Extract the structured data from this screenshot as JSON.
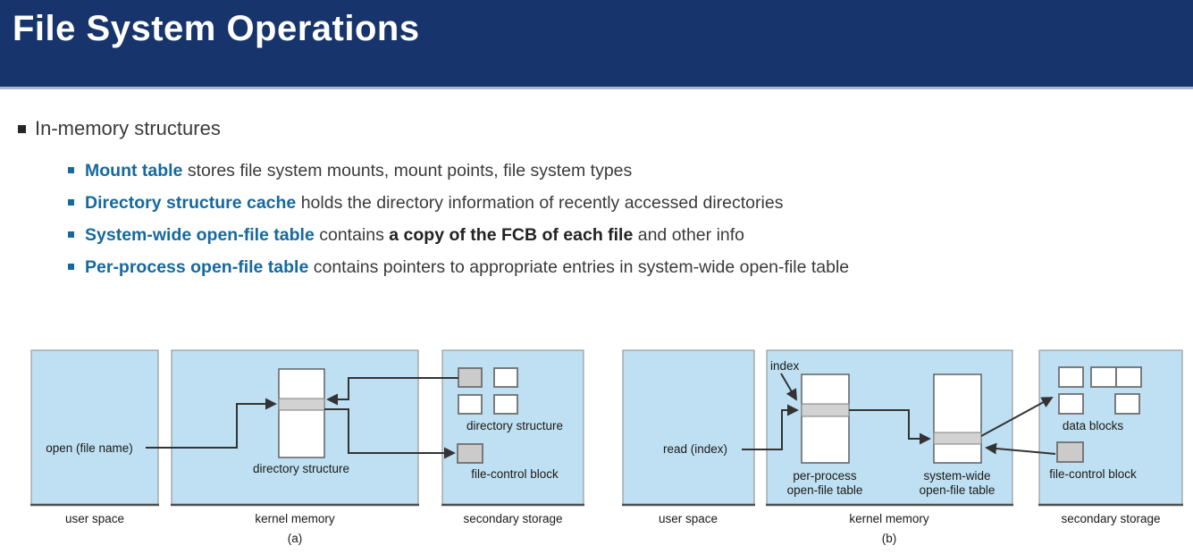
{
  "header": {
    "title": "File System Operations"
  },
  "bullets": {
    "level1": "In-memory structures",
    "items": [
      {
        "lead": "Mount table",
        "pre": "",
        "bold": "",
        "rest": " stores file system mounts, mount points, file system types"
      },
      {
        "lead": "Directory structure cache",
        "pre": "",
        "bold": "",
        "rest": " holds the directory information of recently accessed directories"
      },
      {
        "lead": "System-wide open-file table",
        "pre": " contains ",
        "bold": "a copy of the FCB of each file",
        "rest": " and other info"
      },
      {
        "lead": "Per-process open-file table",
        "pre": "",
        "bold": "",
        "rest": " contains pointers to appropriate entries in system-wide open-file table"
      }
    ]
  },
  "diagram_a": {
    "open_call": "open (file name)",
    "kernel_table_label": "directory structure",
    "dir_structure_label": "directory structure",
    "fcb_label": "file-control block",
    "user_space": "user space",
    "kernel_memory": "kernel memory",
    "secondary_storage": "secondary storage",
    "caption": "(a)"
  },
  "diagram_b": {
    "index_label": "index",
    "read_call": "read (index)",
    "per_process_line1": "per-process",
    "per_process_line2": "open-file table",
    "system_wide_line1": "system-wide",
    "system_wide_line2": "open-file table",
    "data_blocks_label": "data blocks",
    "fcb_label": "file-control block",
    "user_space": "user space",
    "kernel_memory": "kernel memory",
    "secondary_storage": "secondary storage",
    "caption": "(b)"
  },
  "colors": {
    "header_bg": "#17356c",
    "header_separator": "#aab7d4",
    "accent_blue": "#15699f",
    "panel_fill": "#bfe0f2",
    "table_row_gray": "#d2d2d2",
    "block_gray": "#cbcbcb",
    "wire": "#333333"
  }
}
